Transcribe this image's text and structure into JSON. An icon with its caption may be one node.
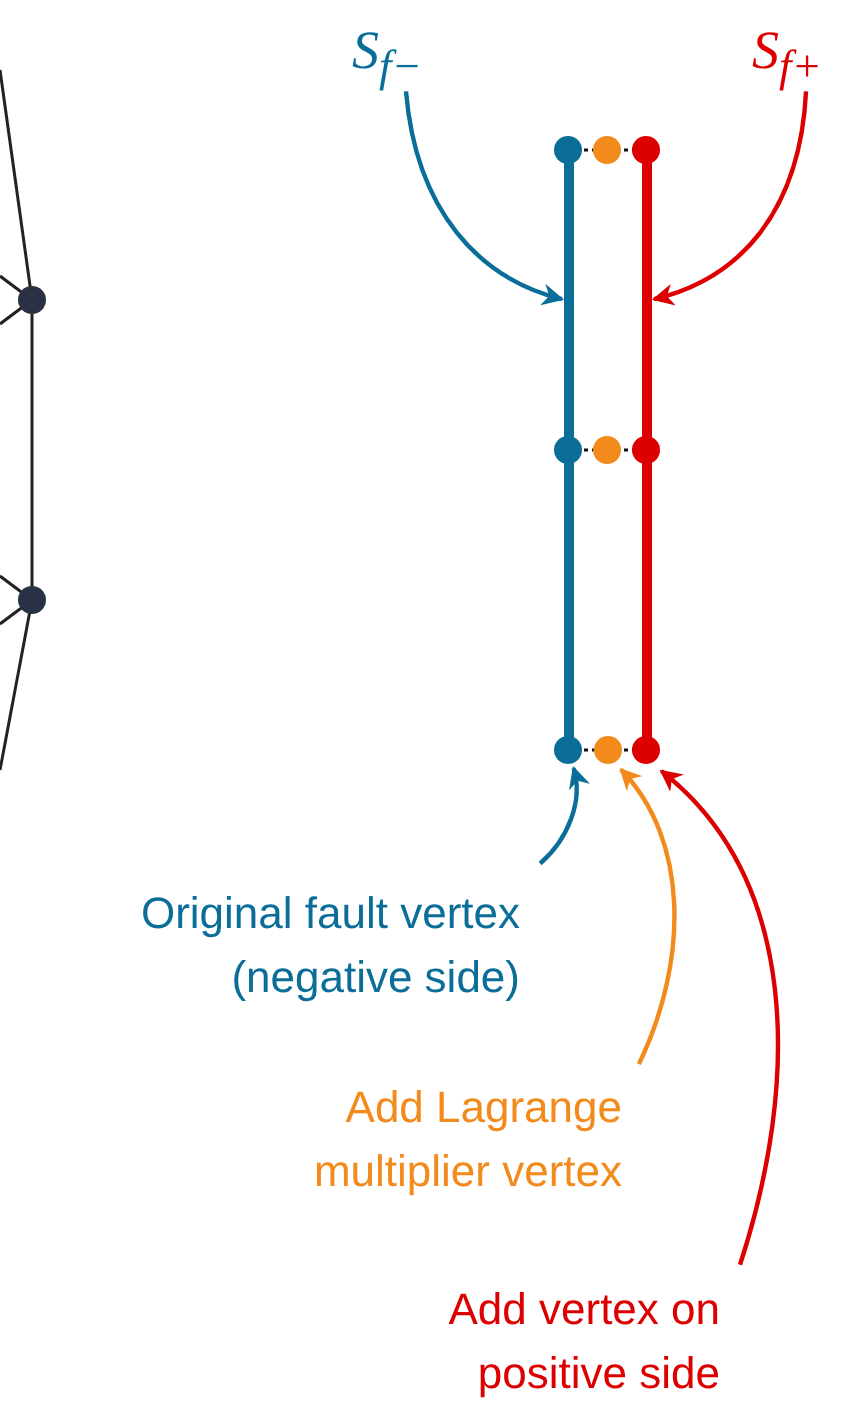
{
  "diagram": {
    "nodes": [
      {
        "text": [
          "S$_{f−}$"
        ]
      },
      {
        "text": [
          "S$_{f+}$"
        ]
      },
      {
        "text": [],
        "shape": "bar"
      },
      {
        "text": [],
        "shape": "bar"
      },
      {
        "text": [],
        "shape": "circle"
      },
      {
        "text": [],
        "shape": "circle"
      },
      {
        "text": [],
        "shape": "circle"
      },
      {
        "text": [
          "Original fault vertex (negative side)"
        ]
      },
      {
        "text": [
          "Add Lagrange multiplier vertex"
        ]
      },
      {
        "text": [
          "Add vertex on positive side"
        ]
      }
    ],
    "edges": [
      {
        "from": 0,
        "to": 2,
        "arrow": "to",
        "color": "#0b6e99"
      },
      {
        "from": 1,
        "to": 3,
        "arrow": "to",
        "color": "#dd0000"
      },
      {
        "from": 7,
        "to": 4,
        "arrow": "to",
        "color": "#0b6e99"
      },
      {
        "from": 8,
        "to": 5,
        "arrow": "to",
        "color": "#f28a1c"
      },
      {
        "from": 9,
        "to": 6,
        "arrow": "to",
        "color": "#dd0000"
      }
    ]
  }
}
